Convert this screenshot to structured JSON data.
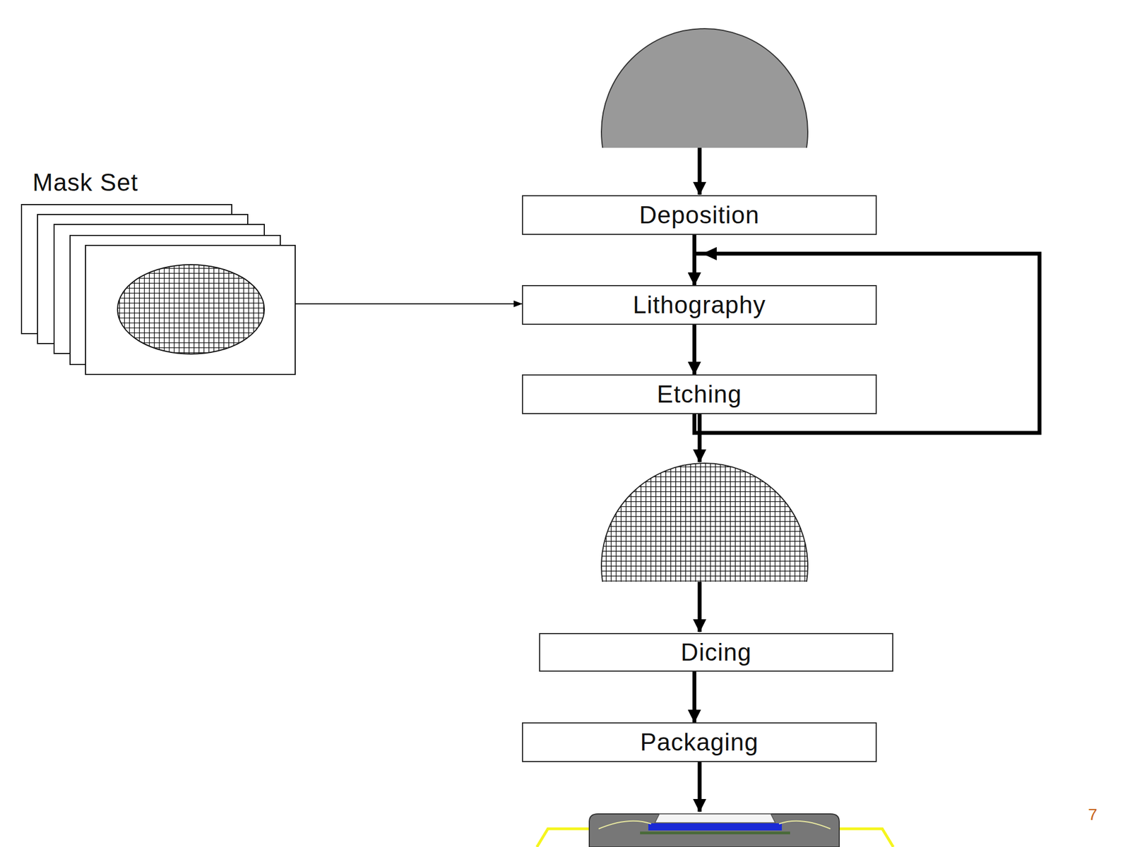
{
  "diagram": {
    "nodes": [
      {
        "text": [
          "Mask Set"
        ]
      },
      {
        "text": [
          "Deposition"
        ]
      },
      {
        "text": [
          "Lithography"
        ]
      },
      {
        "text": [
          "Etching"
        ]
      },
      {
        "text": [
          "Dicing"
        ]
      },
      {
        "text": [
          "Packaging"
        ]
      }
    ],
    "edges": [
      {
        "from": 1,
        "to": 2,
        "arrow": "to"
      },
      {
        "from": 2,
        "to": 3,
        "arrow": "to"
      },
      {
        "from": 3,
        "to": 2,
        "arrow": "to"
      },
      {
        "from": 0,
        "to": 2,
        "arrow": "to"
      },
      {
        "from": 4,
        "to": 5,
        "arrow": "to"
      }
    ],
    "labels": [
      "7"
    ]
  }
}
